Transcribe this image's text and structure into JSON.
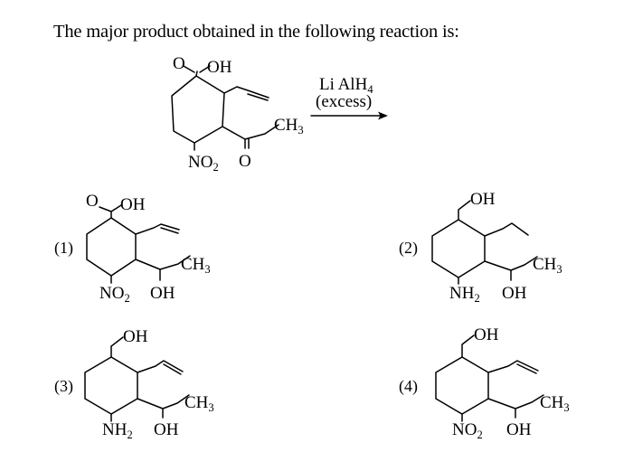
{
  "question": "The major product obtained in the following reaction is:",
  "reagent": {
    "line1_main": "Li AlH",
    "line1_sub": "4",
    "line2": "(excess)"
  },
  "groups": {
    "oxygen": "O",
    "hydroxyl": "OH",
    "methyl_main": "CH",
    "methyl_sub": "3",
    "nitro_main": "NO",
    "nitro_sub": "2",
    "amine_main": "NH",
    "amine_sub": "2"
  },
  "options": [
    {
      "label": "(1)"
    },
    {
      "label": "(2)"
    },
    {
      "label": "(3)"
    },
    {
      "label": "(4)"
    }
  ]
}
